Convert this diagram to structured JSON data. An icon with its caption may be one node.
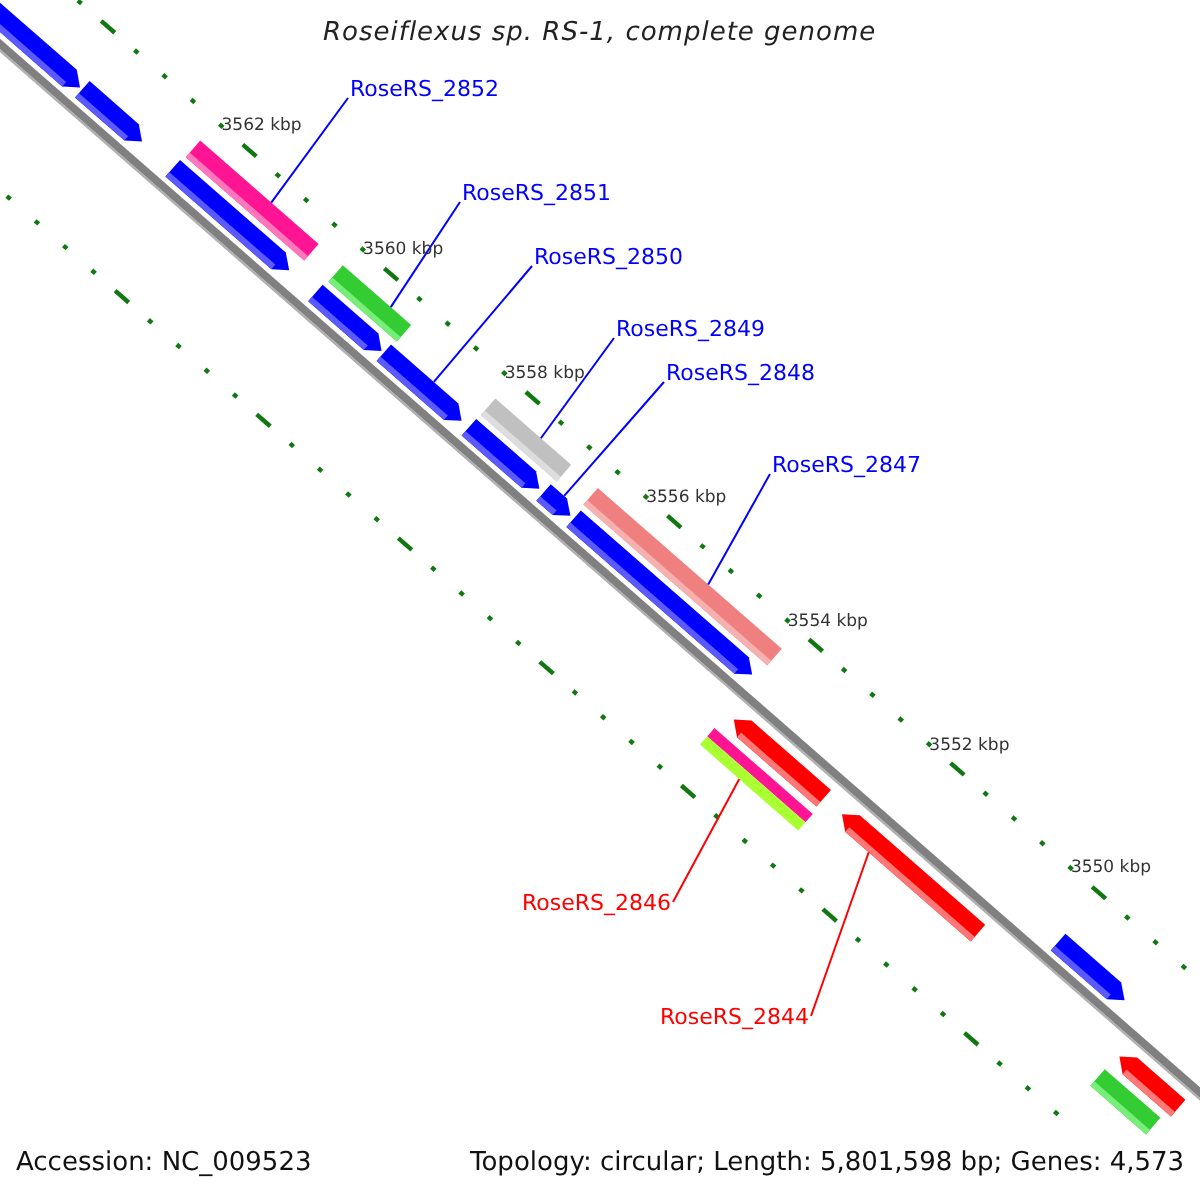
{
  "diagram": {
    "title": "Roseiflexus sp. RS-1, complete genome",
    "nodes": [
      {
        "text": [
          "RoseRS_2852"
        ]
      },
      {
        "text": [
          "RoseRS_2851"
        ]
      },
      {
        "text": [
          "RoseRS_2850"
        ]
      },
      {
        "text": [
          "RoseRS_2849"
        ]
      },
      {
        "text": [
          "RoseRS_2848"
        ]
      },
      {
        "text": [
          "RoseRS_2847"
        ]
      },
      {
        "text": [
          "RoseRS_2846"
        ]
      },
      {
        "text": [
          "RoseRS_2844"
        ]
      },
      {
        "text": [],
        "shape": "bar"
      },
      {
        "text": [],
        "shape": "bar"
      },
      {
        "text": [],
        "shape": "bar"
      },
      {
        "text": [],
        "shape": "bar"
      },
      {
        "text": [],
        "shape": "bar"
      },
      {
        "text": [],
        "shape": "bar"
      },
      {
        "text": [],
        "shape": "bar"
      },
      {
        "text": [],
        "shape": "bar"
      },
      {
        "text": [],
        "shape": "bar"
      },
      {
        "text": [],
        "shape": "bar"
      },
      {
        "text": [],
        "shape": "bar"
      },
      {
        "text": [],
        "shape": "bar"
      },
      {
        "text": [],
        "shape": "bar"
      },
      {
        "text": [],
        "shape": "bar"
      },
      {
        "text": [],
        "shape": "bar"
      },
      {
        "text": [],
        "shape": "bar"
      },
      {
        "text": [],
        "shape": "bar"
      },
      {
        "text": [],
        "shape": "bar"
      }
    ],
    "edges": [
      {
        "from": 0,
        "to": 10,
        "arrow": "none"
      },
      {
        "from": 1,
        "to": 12,
        "arrow": "none"
      },
      {
        "from": 2,
        "to": 14,
        "arrow": "none"
      },
      {
        "from": 3,
        "to": 15,
        "arrow": "none"
      },
      {
        "from": 4,
        "to": 18,
        "arrow": "none"
      },
      {
        "from": 5,
        "to": 17,
        "arrow": "none"
      },
      {
        "from": 6,
        "to": 21,
        "arrow": "none",
        "color": "#ff0000"
      },
      {
        "from": 7,
        "to": 22,
        "arrow": "none",
        "color": "#ff0000"
      }
    ],
    "labels": [
      "3562 kbp",
      "3560 kbp",
      "3558 kbp",
      "3556 kbp",
      "3554 kbp",
      "3552 kbp",
      "3550 kbp",
      "Accession: NC_009523",
      "Topology: circular; Length: 5,801,598 bp; Genes: 4,573"
    ]
  }
}
